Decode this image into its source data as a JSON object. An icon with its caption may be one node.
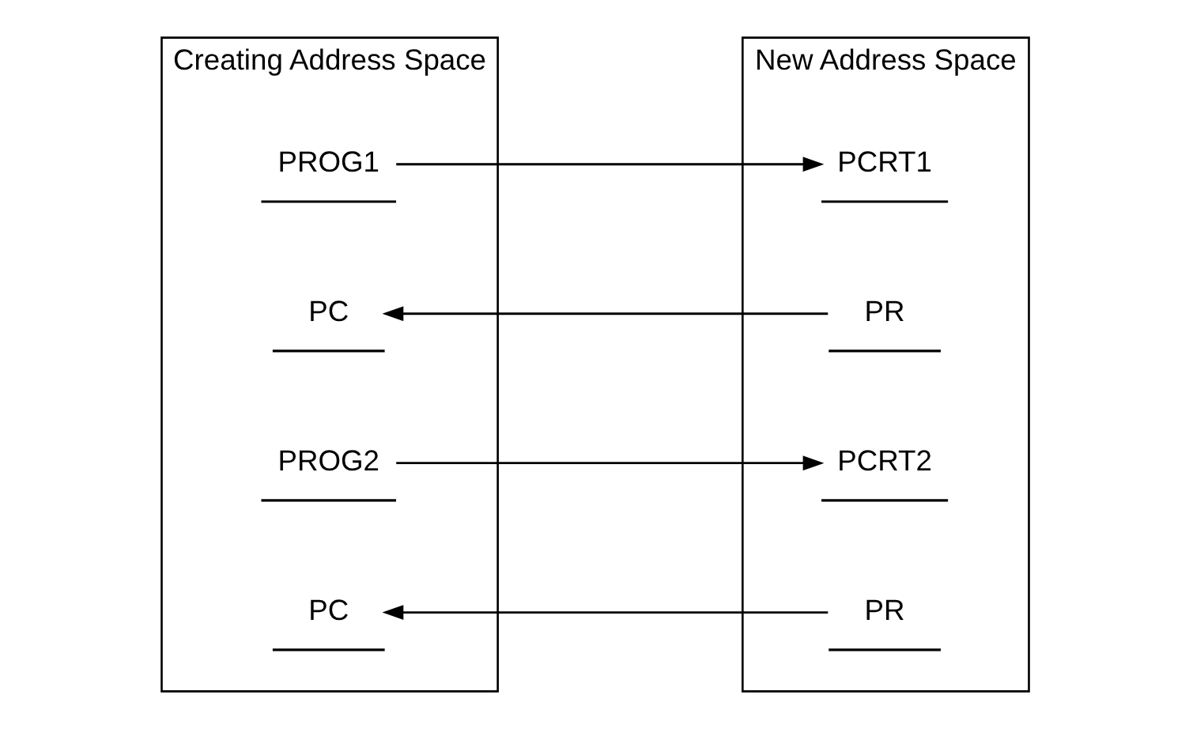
{
  "diagram": {
    "nodes": [
      {
        "text": [
          "Creating Address Space"
        ]
      },
      {
        "text": [
          "PROG1"
        ],
        "in": 0
      },
      {
        "text": [
          "PC"
        ],
        "in": 0
      },
      {
        "text": [
          "PROG2"
        ],
        "in": 0
      },
      {
        "text": [
          "PC"
        ],
        "in": 0
      },
      {
        "text": [
          "New Address Space"
        ]
      },
      {
        "text": [
          "PCRT1"
        ],
        "in": 5
      },
      {
        "text": [
          "PR"
        ],
        "in": 5
      },
      {
        "text": [
          "PCRT2"
        ],
        "in": 5
      },
      {
        "text": [
          "PR"
        ],
        "in": 5
      }
    ],
    "edges": [
      {
        "from": 1,
        "to": 6,
        "arrow": "to"
      },
      {
        "from": 7,
        "to": 2,
        "arrow": "to"
      },
      {
        "from": 3,
        "to": 8,
        "arrow": "to"
      },
      {
        "from": 9,
        "to": 4,
        "arrow": "to"
      }
    ]
  }
}
